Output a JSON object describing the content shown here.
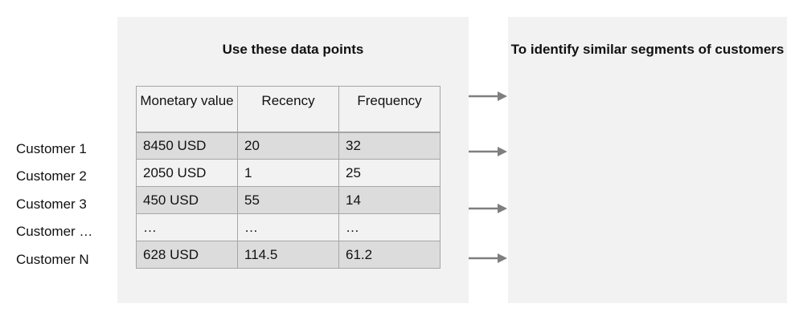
{
  "left_panel": {
    "title": "Use these data points"
  },
  "right_panel": {
    "title": "To identify similar segments of customers"
  },
  "table": {
    "headers": [
      "Monetary value",
      "Recency",
      "Frequency"
    ],
    "rows": [
      {
        "label": "Customer 1",
        "cells": [
          "8450 USD",
          "20",
          "32"
        ]
      },
      {
        "label": "Customer 2",
        "cells": [
          "2050 USD",
          "1",
          "25"
        ]
      },
      {
        "label": "Customer 3",
        "cells": [
          "450 USD",
          "55",
          "14"
        ]
      },
      {
        "label": "Customer …",
        "cells": [
          "…",
          "…",
          "…"
        ]
      },
      {
        "label": "Customer N",
        "cells": [
          "628 USD",
          "114.5",
          "61.2"
        ]
      }
    ]
  },
  "arrow_color": "#7f7f7f"
}
